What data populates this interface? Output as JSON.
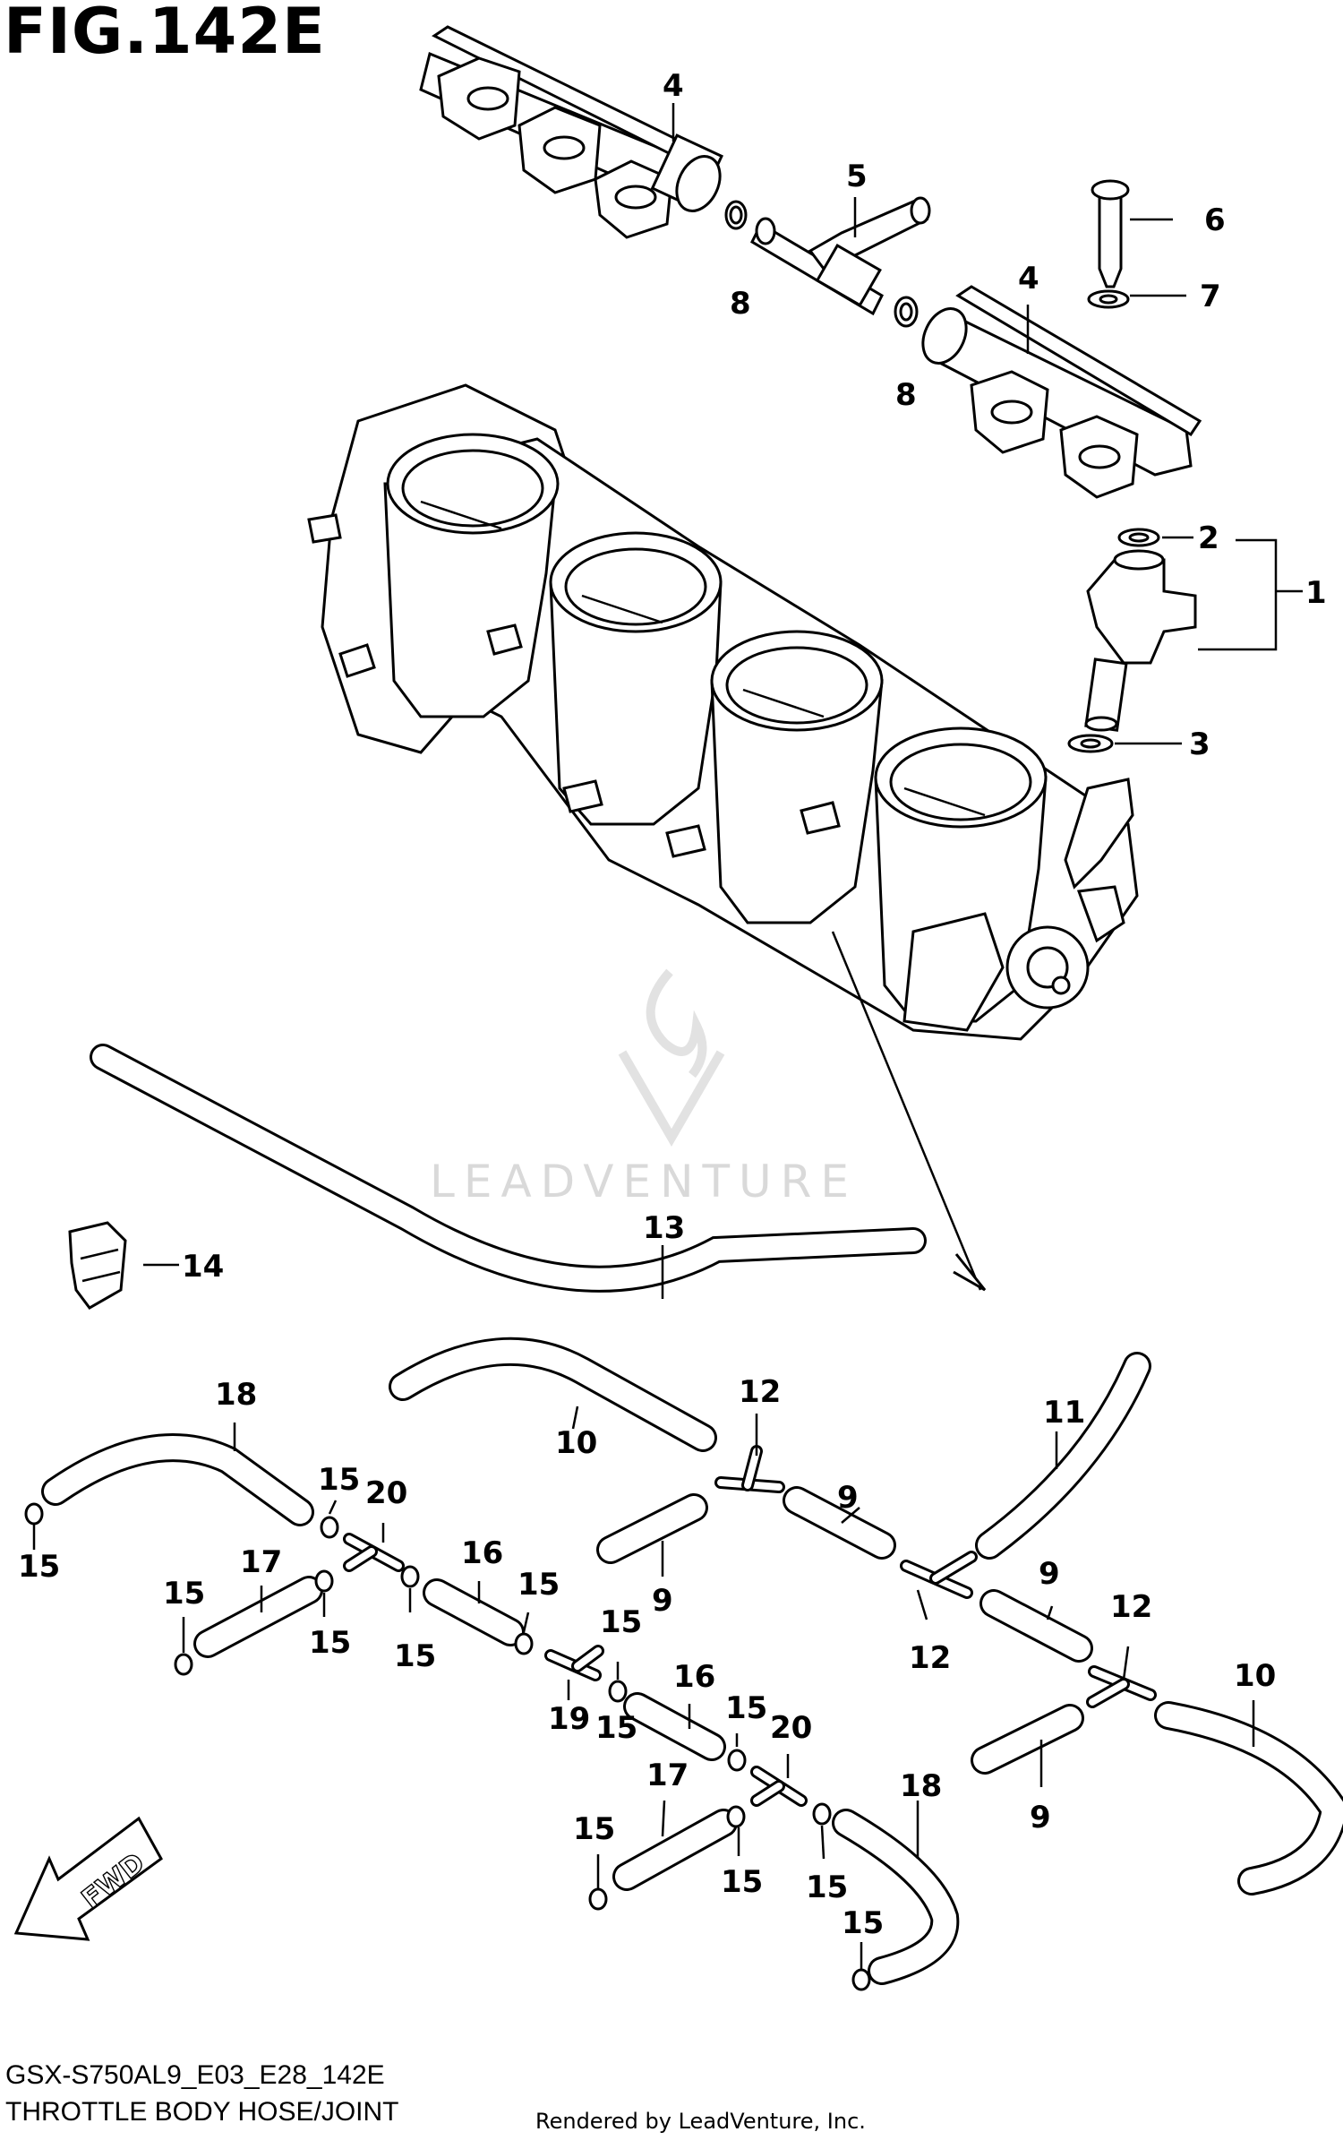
{
  "figure": {
    "title": "FIG.142E",
    "model_code": "GSX-S750AL9_E03_E28_142E",
    "model_name": "THROTTLE BODY HOSE/JOINT",
    "rendered_by": "Rendered by LeadVenture, Inc.",
    "watermark": "LEADVENTURE",
    "fwd_label": "FWD"
  },
  "callouts": [
    {
      "id": "c1",
      "label": "1"
    },
    {
      "id": "c2",
      "label": "2"
    },
    {
      "id": "c3",
      "label": "3"
    },
    {
      "id": "c4a",
      "label": "4"
    },
    {
      "id": "c4b",
      "label": "4"
    },
    {
      "id": "c5",
      "label": "5"
    },
    {
      "id": "c6",
      "label": "6"
    },
    {
      "id": "c7",
      "label": "7"
    },
    {
      "id": "c8a",
      "label": "8"
    },
    {
      "id": "c8b",
      "label": "8"
    },
    {
      "id": "c9a",
      "label": "9"
    },
    {
      "id": "c9b",
      "label": "9"
    },
    {
      "id": "c9c",
      "label": "9"
    },
    {
      "id": "c9d",
      "label": "9"
    },
    {
      "id": "c10a",
      "label": "10"
    },
    {
      "id": "c10b",
      "label": "10"
    },
    {
      "id": "c11",
      "label": "11"
    },
    {
      "id": "c12a",
      "label": "12"
    },
    {
      "id": "c12b",
      "label": "12"
    },
    {
      "id": "c12c",
      "label": "12"
    },
    {
      "id": "c13",
      "label": "13"
    },
    {
      "id": "c14",
      "label": "14"
    },
    {
      "id": "c15a",
      "label": "15"
    },
    {
      "id": "c15b",
      "label": "15"
    },
    {
      "id": "c15c",
      "label": "15"
    },
    {
      "id": "c15d",
      "label": "15"
    },
    {
      "id": "c15e",
      "label": "15"
    },
    {
      "id": "c15f",
      "label": "15"
    },
    {
      "id": "c15g",
      "label": "15"
    },
    {
      "id": "c15h",
      "label": "15"
    },
    {
      "id": "c15i",
      "label": "15"
    },
    {
      "id": "c15j",
      "label": "15"
    },
    {
      "id": "c15k",
      "label": "15"
    },
    {
      "id": "c15l",
      "label": "15"
    },
    {
      "id": "c15m",
      "label": "15"
    },
    {
      "id": "c16a",
      "label": "16"
    },
    {
      "id": "c16b",
      "label": "16"
    },
    {
      "id": "c17a",
      "label": "17"
    },
    {
      "id": "c17b",
      "label": "17"
    },
    {
      "id": "c18a",
      "label": "18"
    },
    {
      "id": "c18b",
      "label": "18"
    },
    {
      "id": "c19",
      "label": "19"
    },
    {
      "id": "c20a",
      "label": "20"
    },
    {
      "id": "c20b",
      "label": "20"
    }
  ]
}
